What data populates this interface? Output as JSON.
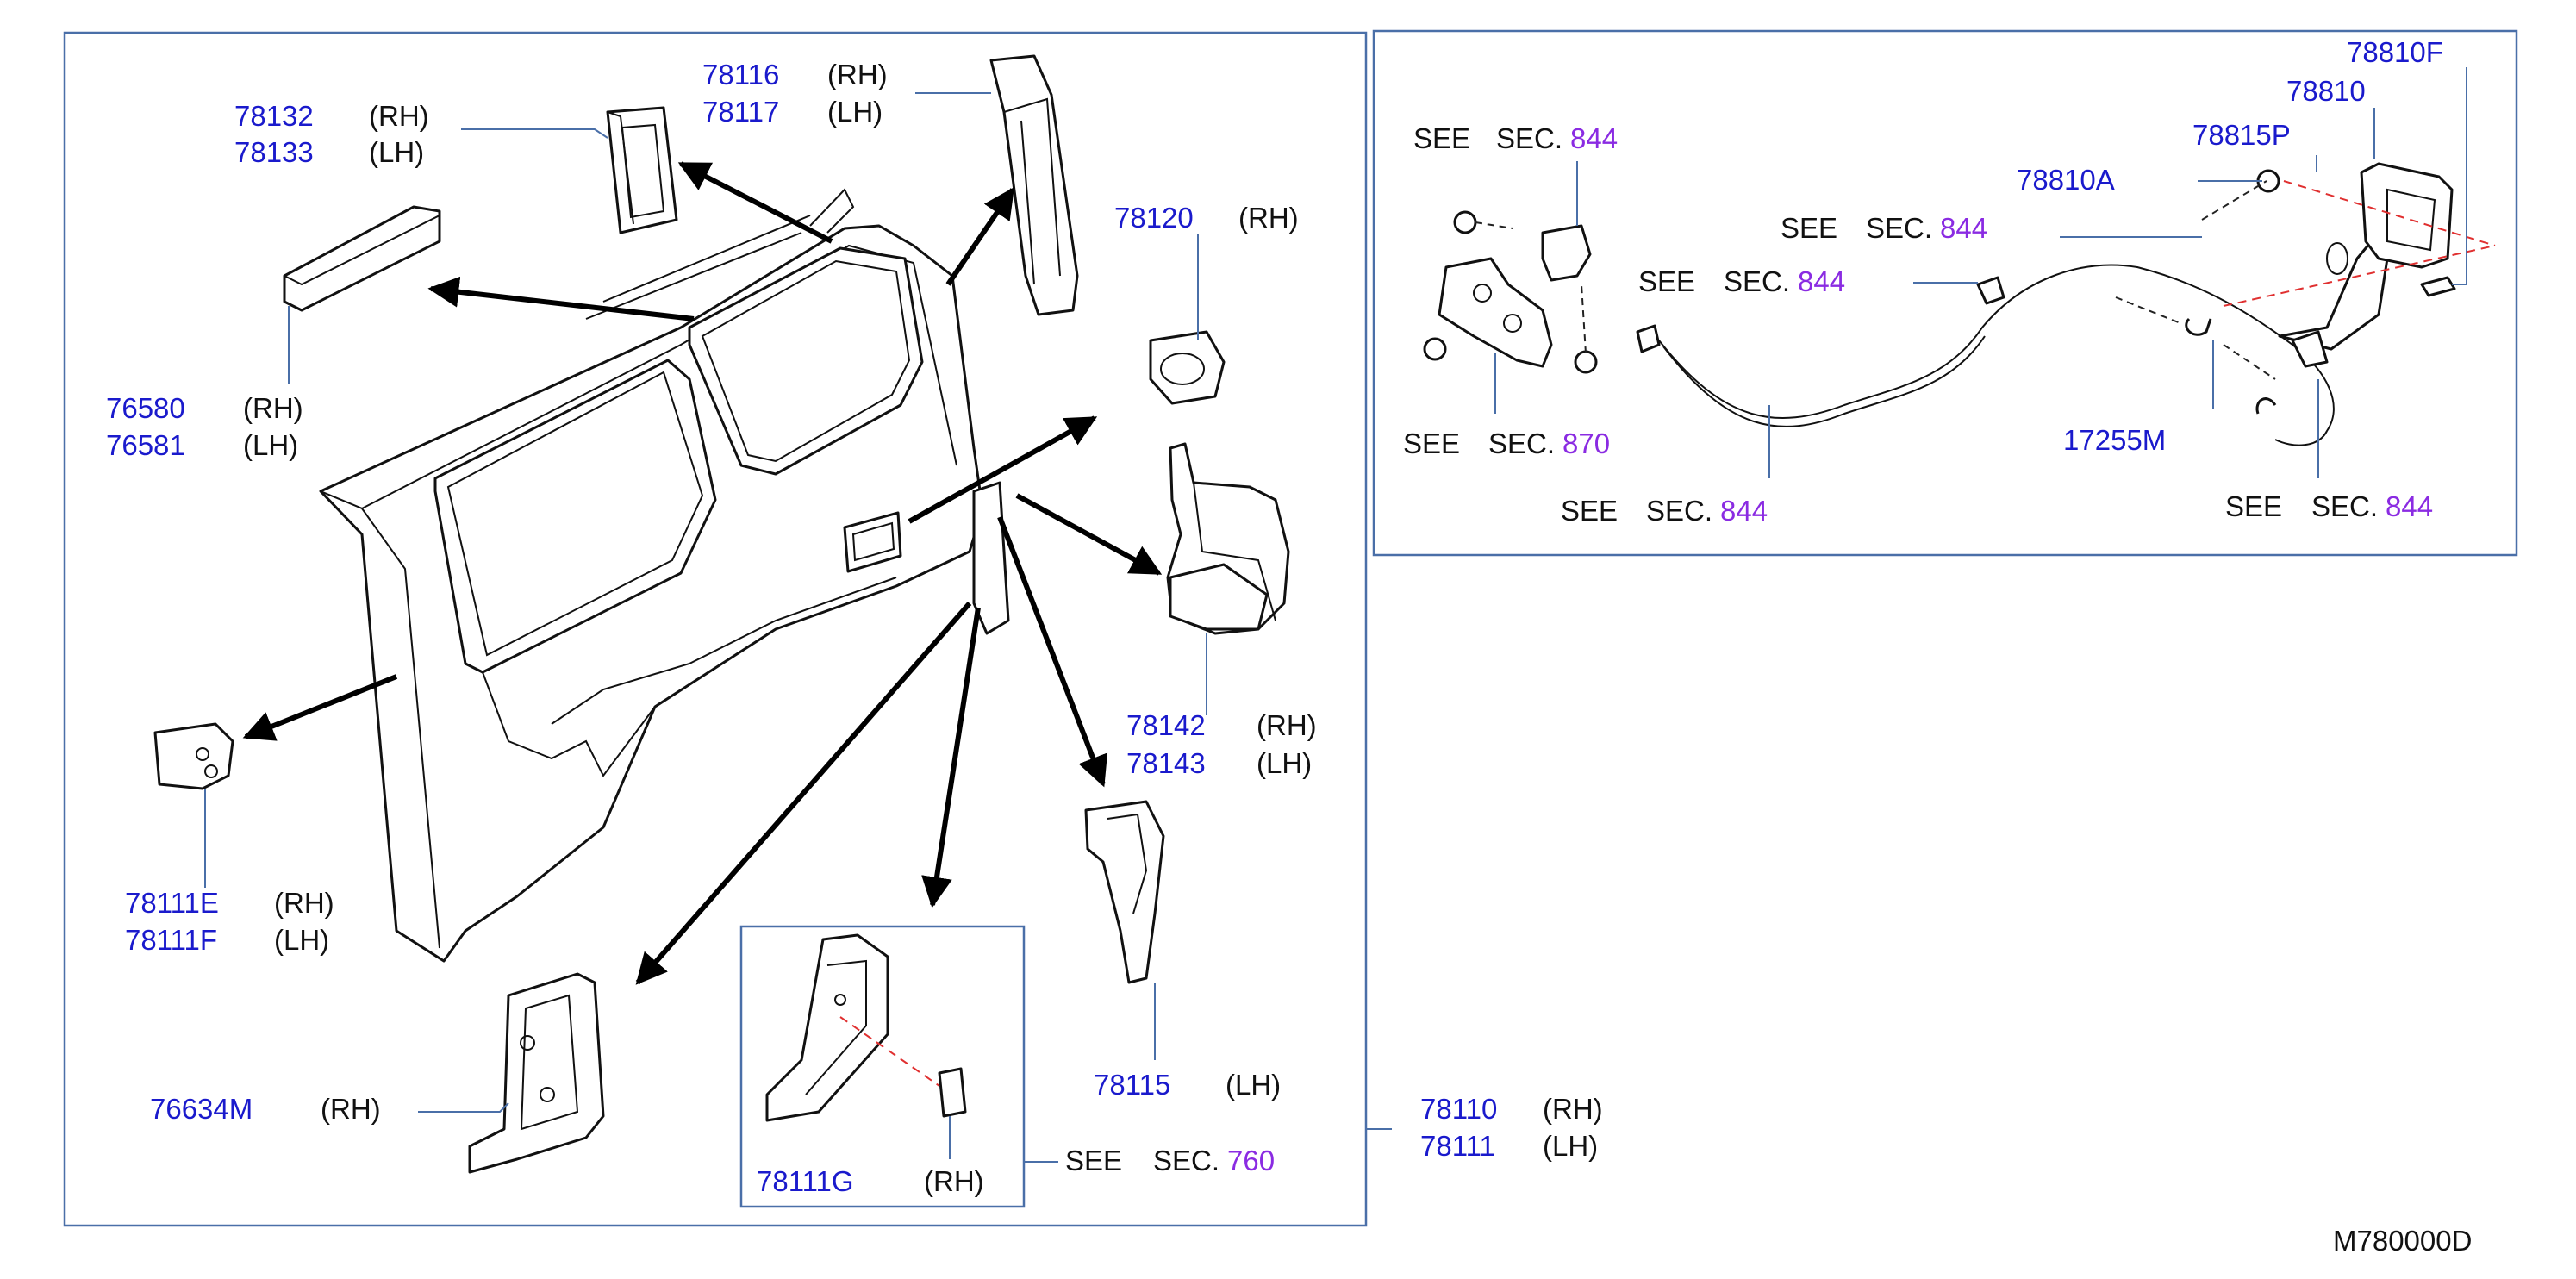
{
  "diagram": {
    "code": "M780000D",
    "see": "SEE",
    "sec": "SEC.",
    "rh": "(RH)",
    "lh": "(LH)",
    "callouts": {
      "c78132": "78132",
      "c78133": "78133",
      "c78116": "78116",
      "c78117": "78117",
      "c78120": "78120",
      "c76580": "76580",
      "c76581": "76581",
      "c78142": "78142",
      "c78143": "78143",
      "c78111E": "78111E",
      "c78111F": "78111F",
      "c76634M": "76634M",
      "c78111G": "78111G",
      "c78115": "78115",
      "c78110": "78110",
      "c78111": "78111",
      "c78810F": "78810F",
      "c78810": "78810",
      "c78815P": "78815P",
      "c78810A": "78810A",
      "c17255M": "17255M"
    },
    "sections": {
      "s844": "844",
      "s870": "870",
      "s760": "760"
    }
  }
}
